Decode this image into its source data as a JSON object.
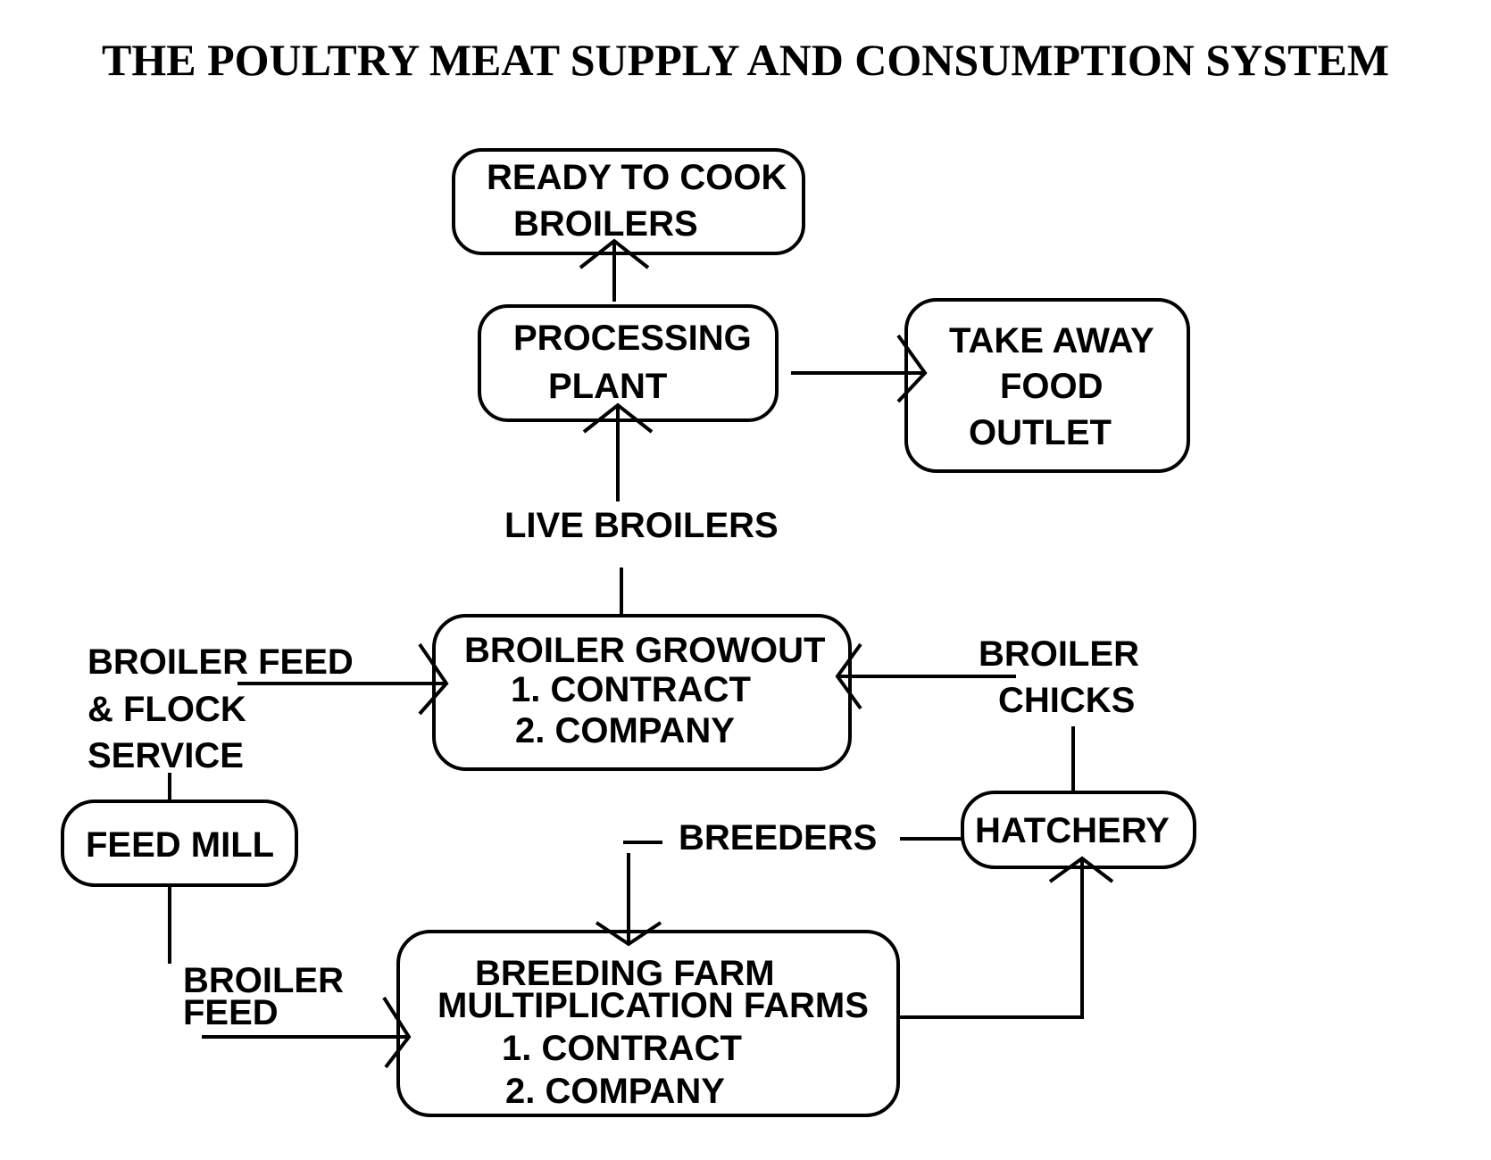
{
  "title": "THE POULTRY MEAT SUPPLY AND CONSUMPTION SYSTEM",
  "nodes": {
    "ready_to_cook": [
      "READY TO COOK",
      "BROILERS"
    ],
    "processing_plant": [
      "PROCESSING",
      "PLANT"
    ],
    "take_away": [
      "TAKE AWAY",
      "FOOD",
      "OUTLET"
    ],
    "broiler_growout": [
      "BROILER GROWOUT",
      "1. CONTRACT",
      "2. COMPANY"
    ],
    "feed_mill": [
      "FEED MILL"
    ],
    "hatchery": [
      "HATCHERY"
    ],
    "breeding_farm": [
      "BREEDING FARM",
      "MULTIPLICATION FARMS",
      "1. CONTRACT",
      "2. COMPANY"
    ]
  },
  "labels": {
    "live_broilers": "LIVE BROILERS",
    "broiler_feed_flock": [
      "BROILER FEED",
      "& FLOCK",
      "SERVICE"
    ],
    "broiler_chicks": [
      "BROILER",
      "CHICKS"
    ],
    "breeders": "BREEDERS",
    "broiler_feed": [
      "BROILER",
      "FEED"
    ]
  }
}
